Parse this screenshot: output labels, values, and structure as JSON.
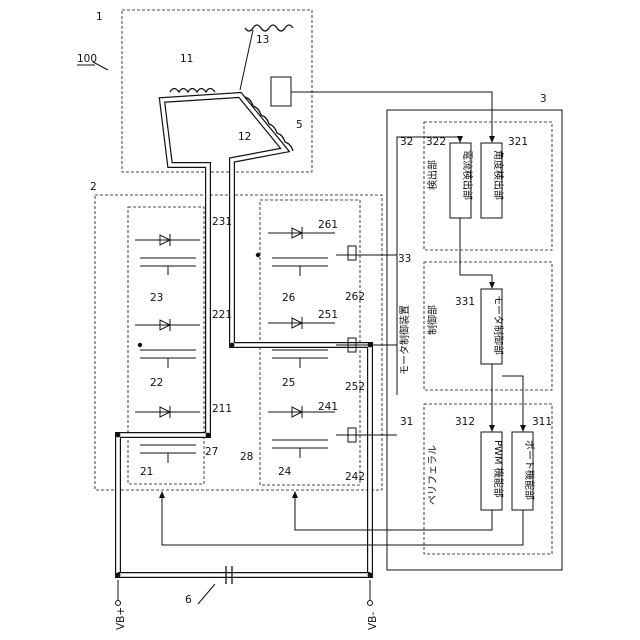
{
  "labels": {
    "system": "100",
    "motor": "1",
    "inverter": "2",
    "control_device": "3",
    "sensor": "5",
    "capacitor": "6",
    "coil_11": "11",
    "coil_12": "12",
    "coil_13": "13",
    "sw21": "21",
    "sw22": "22",
    "sw23": "23",
    "sw24": "24",
    "sw25": "25",
    "sw26": "26",
    "group27": "27",
    "group28": "28",
    "d211": "211",
    "d221": "221",
    "d231": "231",
    "d241": "241",
    "d251": "251",
    "d261": "261",
    "r242": "242",
    "r252": "252",
    "r262": "262",
    "periph": "31",
    "port": "311",
    "pwm": "312",
    "detect": "32",
    "angle": "321",
    "current": "322",
    "ctrl": "33",
    "motor_ctrl": "331",
    "vbp": "VB+",
    "vbm": "VB-"
  },
  "blocks": {
    "current_detect": "電流検出部",
    "angle_detect": "角度検出部",
    "detect_unit": "検出部",
    "motor_ctrl_unit": "モータ制御部",
    "control_unit": "制御部",
    "motor_ctrl_device": "モータ制御装置",
    "pwm_unit": "PWM 機能部",
    "port_unit": "ポート機能部",
    "peripheral": "ペリフェラル"
  }
}
